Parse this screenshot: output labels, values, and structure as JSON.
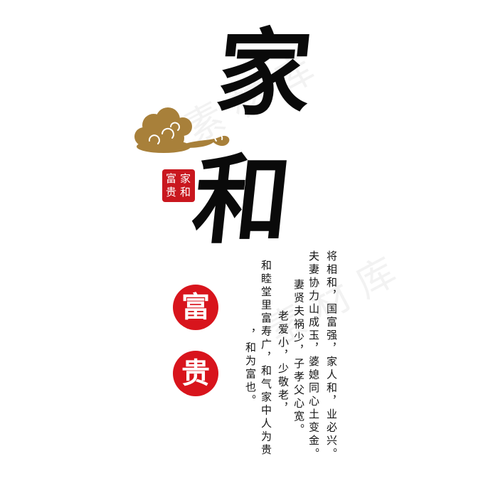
{
  "title": {
    "char_1": "家",
    "char_2": "和"
  },
  "seal": {
    "chars": [
      "富",
      "贵",
      "家",
      "和"
    ],
    "color": "#c9171e"
  },
  "circles": {
    "first": "富",
    "second": "贵",
    "color": "#d8141c"
  },
  "cloud": {
    "icon": "auspicious-cloud-icon",
    "color": "#a8803a"
  },
  "poem": {
    "columns": [
      "将相和，国富强，家人和，业必兴。",
      "夫妻协力山成玉，婆媳同心土变金。",
      "妻贤夫祸少，子孝父心宽。",
      "老爱小，少敬老，",
      "和睦堂里富寿广，和气家中人为贵",
      "，和为富也。"
    ]
  }
}
